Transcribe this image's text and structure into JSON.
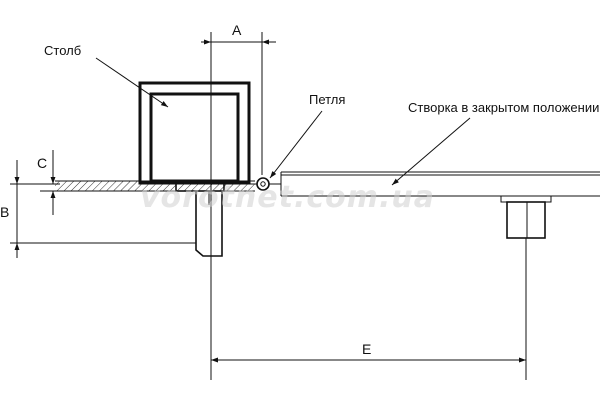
{
  "labels": {
    "post": "Столб",
    "hinge": "Петля",
    "leaf_closed": "Створка в закрытом положении"
  },
  "dimensions": {
    "a": "A",
    "b": "B",
    "c": "C",
    "e": "E"
  },
  "watermark": "vorotnet.com.ua",
  "colors": {
    "line": "#111111",
    "watermark": "#cfcfcf"
  }
}
